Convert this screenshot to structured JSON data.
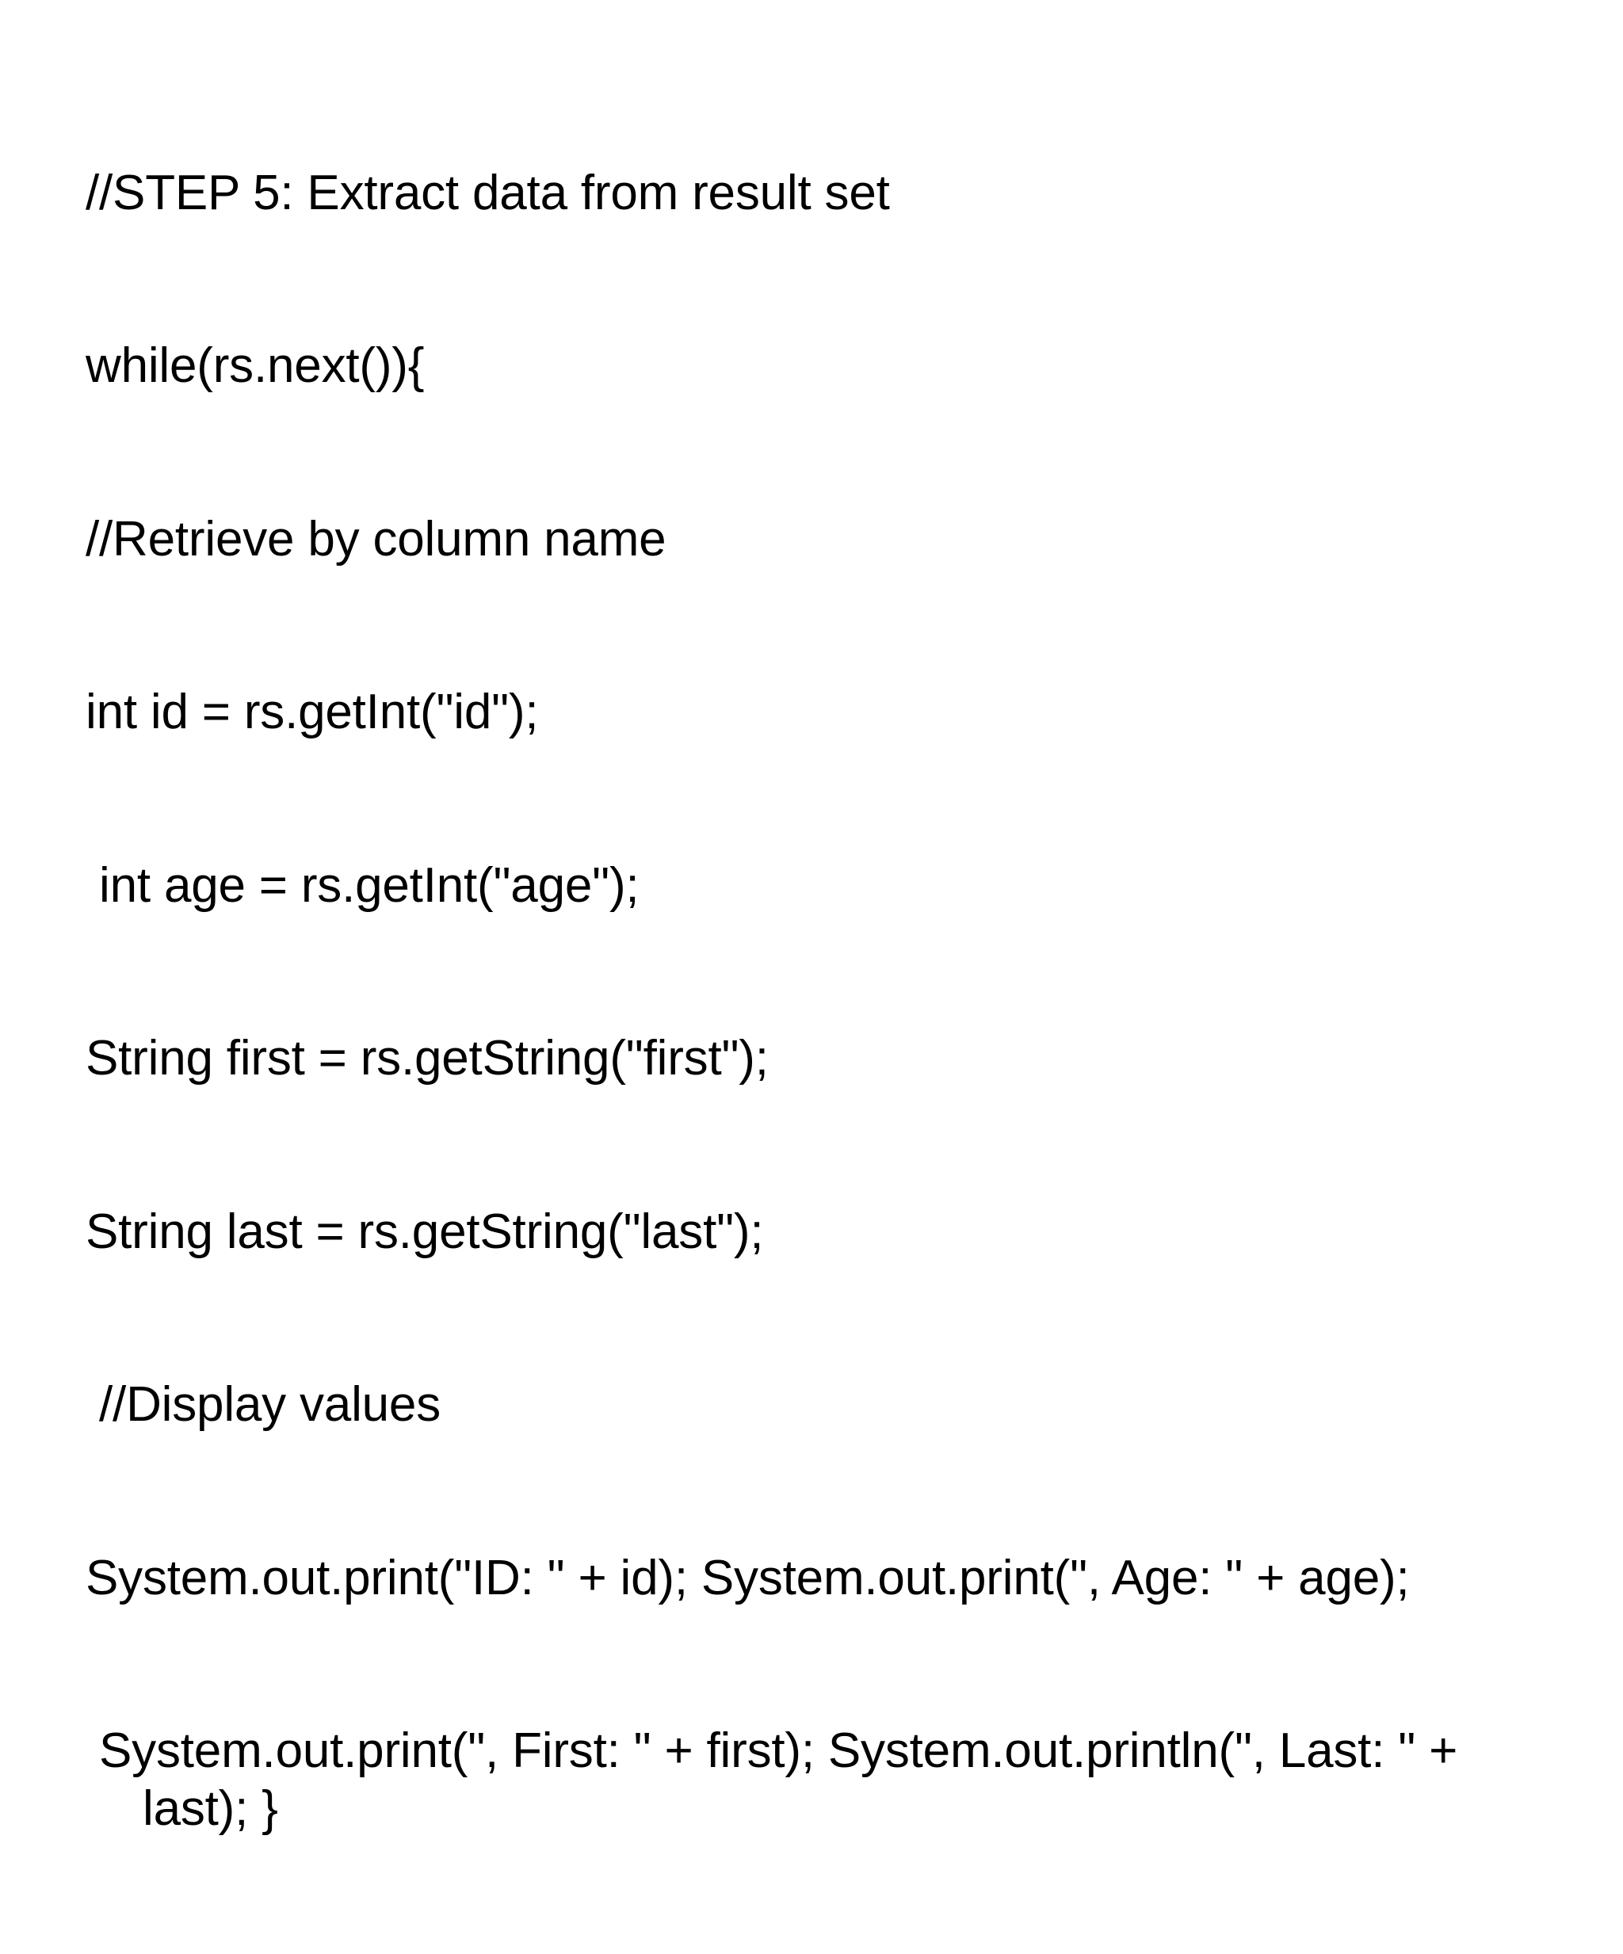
{
  "slide": {
    "background_color": "#ffffff",
    "text_color": "#000000",
    "title": "",
    "code_lines": [
      {
        "id": "line-comment-step5",
        "text": "//STEP 5: Extract data from result set"
      },
      {
        "id": "line-while-rs-next",
        "text": "while(rs.next()){"
      },
      {
        "id": "line-comment-retrieve",
        "text": "//Retrieve by column name"
      },
      {
        "id": "line-int-id",
        "text": "int id = rs.getInt(\"id\");"
      },
      {
        "id": "line-int-age",
        "text": " int age = rs.getInt(\"age\");"
      },
      {
        "id": "line-string-first",
        "text": "String first = rs.getString(\"first\");"
      },
      {
        "id": "line-string-last",
        "text": "String last = rs.getString(\"last\");"
      },
      {
        "id": "line-comment-display",
        "text": " //Display values"
      },
      {
        "id": "line-print-id-age",
        "text": "System.out.print(\"ID: \" + id); System.out.print(\", Age: \" + age);"
      },
      {
        "id": "line-print-first-last",
        "text": " System.out.print(\", First: \" + first); System.out.println(\", Last: \" + last); }"
      }
    ]
  }
}
